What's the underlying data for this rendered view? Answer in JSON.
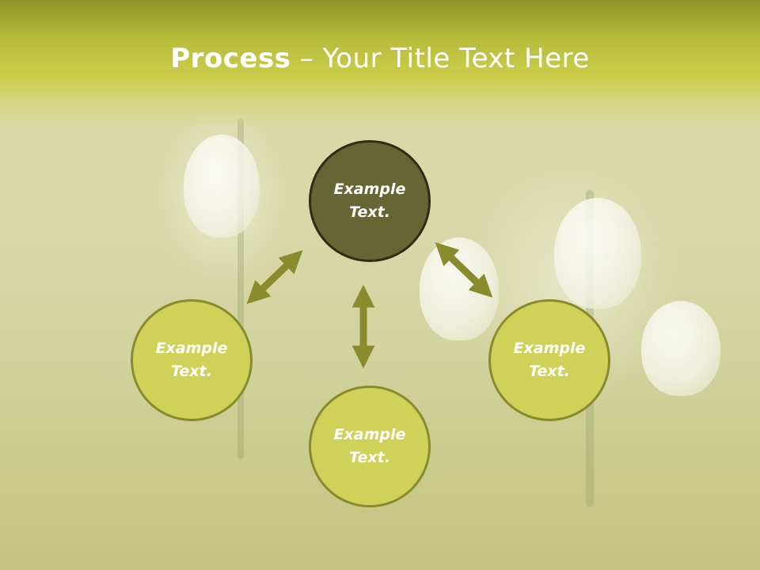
{
  "slide": {
    "title_bold": "Process",
    "title_rest": " – Your Title Text Here"
  },
  "diagram": {
    "nodes": [
      {
        "id": "top",
        "label_line1": "Example",
        "label_line2": "Text."
      },
      {
        "id": "left",
        "label_line1": "Example",
        "label_line2": "Text."
      },
      {
        "id": "bottom",
        "label_line1": "Example",
        "label_line2": "Text."
      },
      {
        "id": "right",
        "label_line1": "Example",
        "label_line2": "Text."
      }
    ],
    "colors": {
      "center_fill": "#666534",
      "outer_fill": "#cfd159",
      "arrow": "#8a8b2c",
      "banner": "#c8cb45"
    }
  }
}
